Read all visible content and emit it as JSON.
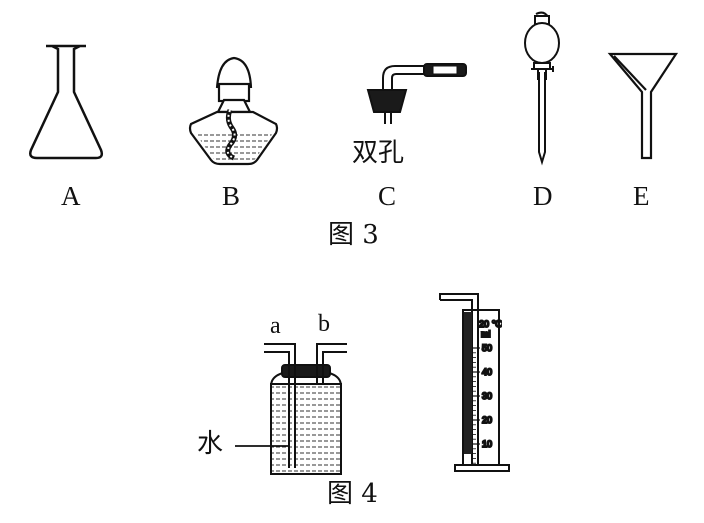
{
  "figure3": {
    "caption": "图 3",
    "items": [
      {
        "label": "A",
        "icon": "conical-flask-icon"
      },
      {
        "label": "B",
        "icon": "alcohol-lamp-icon"
      },
      {
        "label": "C",
        "icon": "two-hole-stopper-icon",
        "note": "双孔"
      },
      {
        "label": "D",
        "icon": "separatory-funnel-icon"
      },
      {
        "label": "E",
        "icon": "funnel-icon"
      }
    ]
  },
  "figure4": {
    "caption": "图 4",
    "bottle": {
      "port_a": "a",
      "port_b": "b",
      "water_label": "水",
      "icon": "gas-washing-bottle-icon"
    },
    "cylinder": {
      "icon": "graduated-cylinder-icon",
      "header": "20 ℃",
      "unit": "ml",
      "ticks": [
        "50",
        "40",
        "30",
        "20",
        "10"
      ]
    }
  }
}
